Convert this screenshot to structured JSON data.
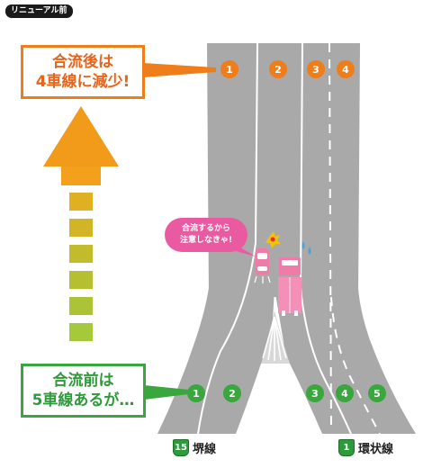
{
  "tag": "リニューアル前",
  "callout_after": {
    "line1": "合流後は",
    "line2": "4車線に減少!",
    "color": "#ef7d1a"
  },
  "callout_before": {
    "line1": "合流前は",
    "line2": "5車線あるが…",
    "color": "#3aa63e"
  },
  "speech_bubble": {
    "line1": "合流するから",
    "line2": "注意しなきゃ!",
    "color": "#ea5aa0"
  },
  "lanes_after_merge": [
    "1",
    "2",
    "3",
    "4"
  ],
  "lanes_before_left": [
    "1",
    "2"
  ],
  "lanes_before_right": [
    "3",
    "4",
    "5"
  ],
  "road_left": {
    "route_number": "15",
    "name": "堺線"
  },
  "road_right": {
    "route_number": "1",
    "name": "環状線"
  },
  "colors": {
    "road": "#a8a8a8",
    "lane_badge_after": "#ef7d1a",
    "lane_badge_before": "#3aa63e",
    "arrow_top": "#f29a1a",
    "arrow_bottom": "#a4c93a"
  }
}
